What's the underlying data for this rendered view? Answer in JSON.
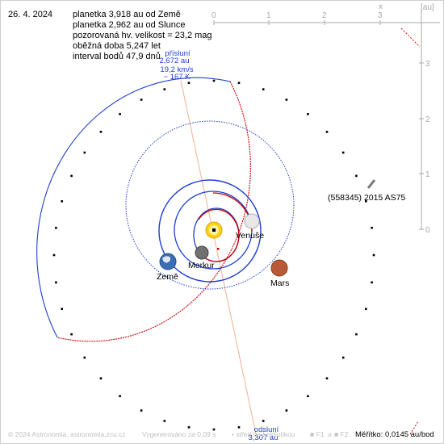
{
  "header": {
    "date": "26. 4. 2024",
    "info": [
      "planetka 3,918 au od Země",
      "planetka 2,962 au od Slunce",
      "pozorovaná hv. velikost = 23,2 mag",
      "oběžná doba 5,247 let",
      "interval bodů 47,9 dnů"
    ]
  },
  "perihelion": {
    "label": "přísluní",
    "distance": "2,672 au",
    "speed": "19,2 km/s",
    "temp": "~ 167 K"
  },
  "aphelion": {
    "label": "odsluní",
    "distance": "3,307 au"
  },
  "asteroid": {
    "name": "(558345) 2015 AS75"
  },
  "planets": {
    "venus": "Venuše",
    "mercury": "Merkur",
    "earth": "Země",
    "mars": "Mars"
  },
  "axes": {
    "unit": "[au]",
    "x_label": "x",
    "top_ticks": [
      "0",
      "1",
      "2",
      "3"
    ],
    "right_ticks": [
      "3",
      "2",
      "1",
      "0"
    ]
  },
  "footer": {
    "copyright": "© 2024 Astronomia, astronomia.zcu.cz",
    "generated": "Vygenerováno za 0,09 s",
    "ecliptic": "• střed nad ekliptikou",
    "legend_f1": "■ F1",
    "legend_a": "a",
    "legend_f2": "■ F2",
    "scale": "Měřítko: 0,0145 au/bod"
  },
  "colors": {
    "orbit_blue": "#1f3fd0",
    "orbit_red": "#cc0000",
    "apsis_line": "#f0b090",
    "axis_gray": "#a8a8a8"
  }
}
